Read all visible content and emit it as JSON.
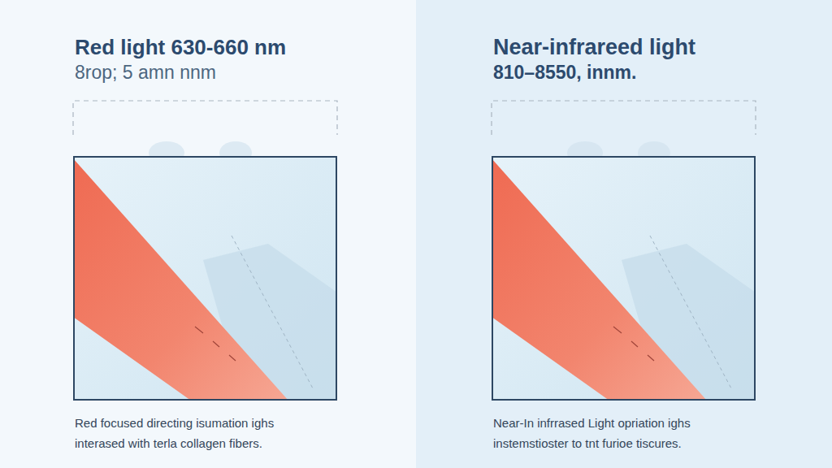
{
  "diagram": {
    "nodes": [
      {
        "text": [
          "Red light 630-660 nm",
          "8rop; 5 amn nnm",
          "Red focused directing isumation ighs interased with terla collagen fibers."
        ]
      },
      {
        "text": [
          "Near-infrareed light",
          "810–8550, innm.",
          "Near-In infrrased Light opriation ighs instemstioster to tnt furioe tiscures."
        ]
      }
    ]
  }
}
